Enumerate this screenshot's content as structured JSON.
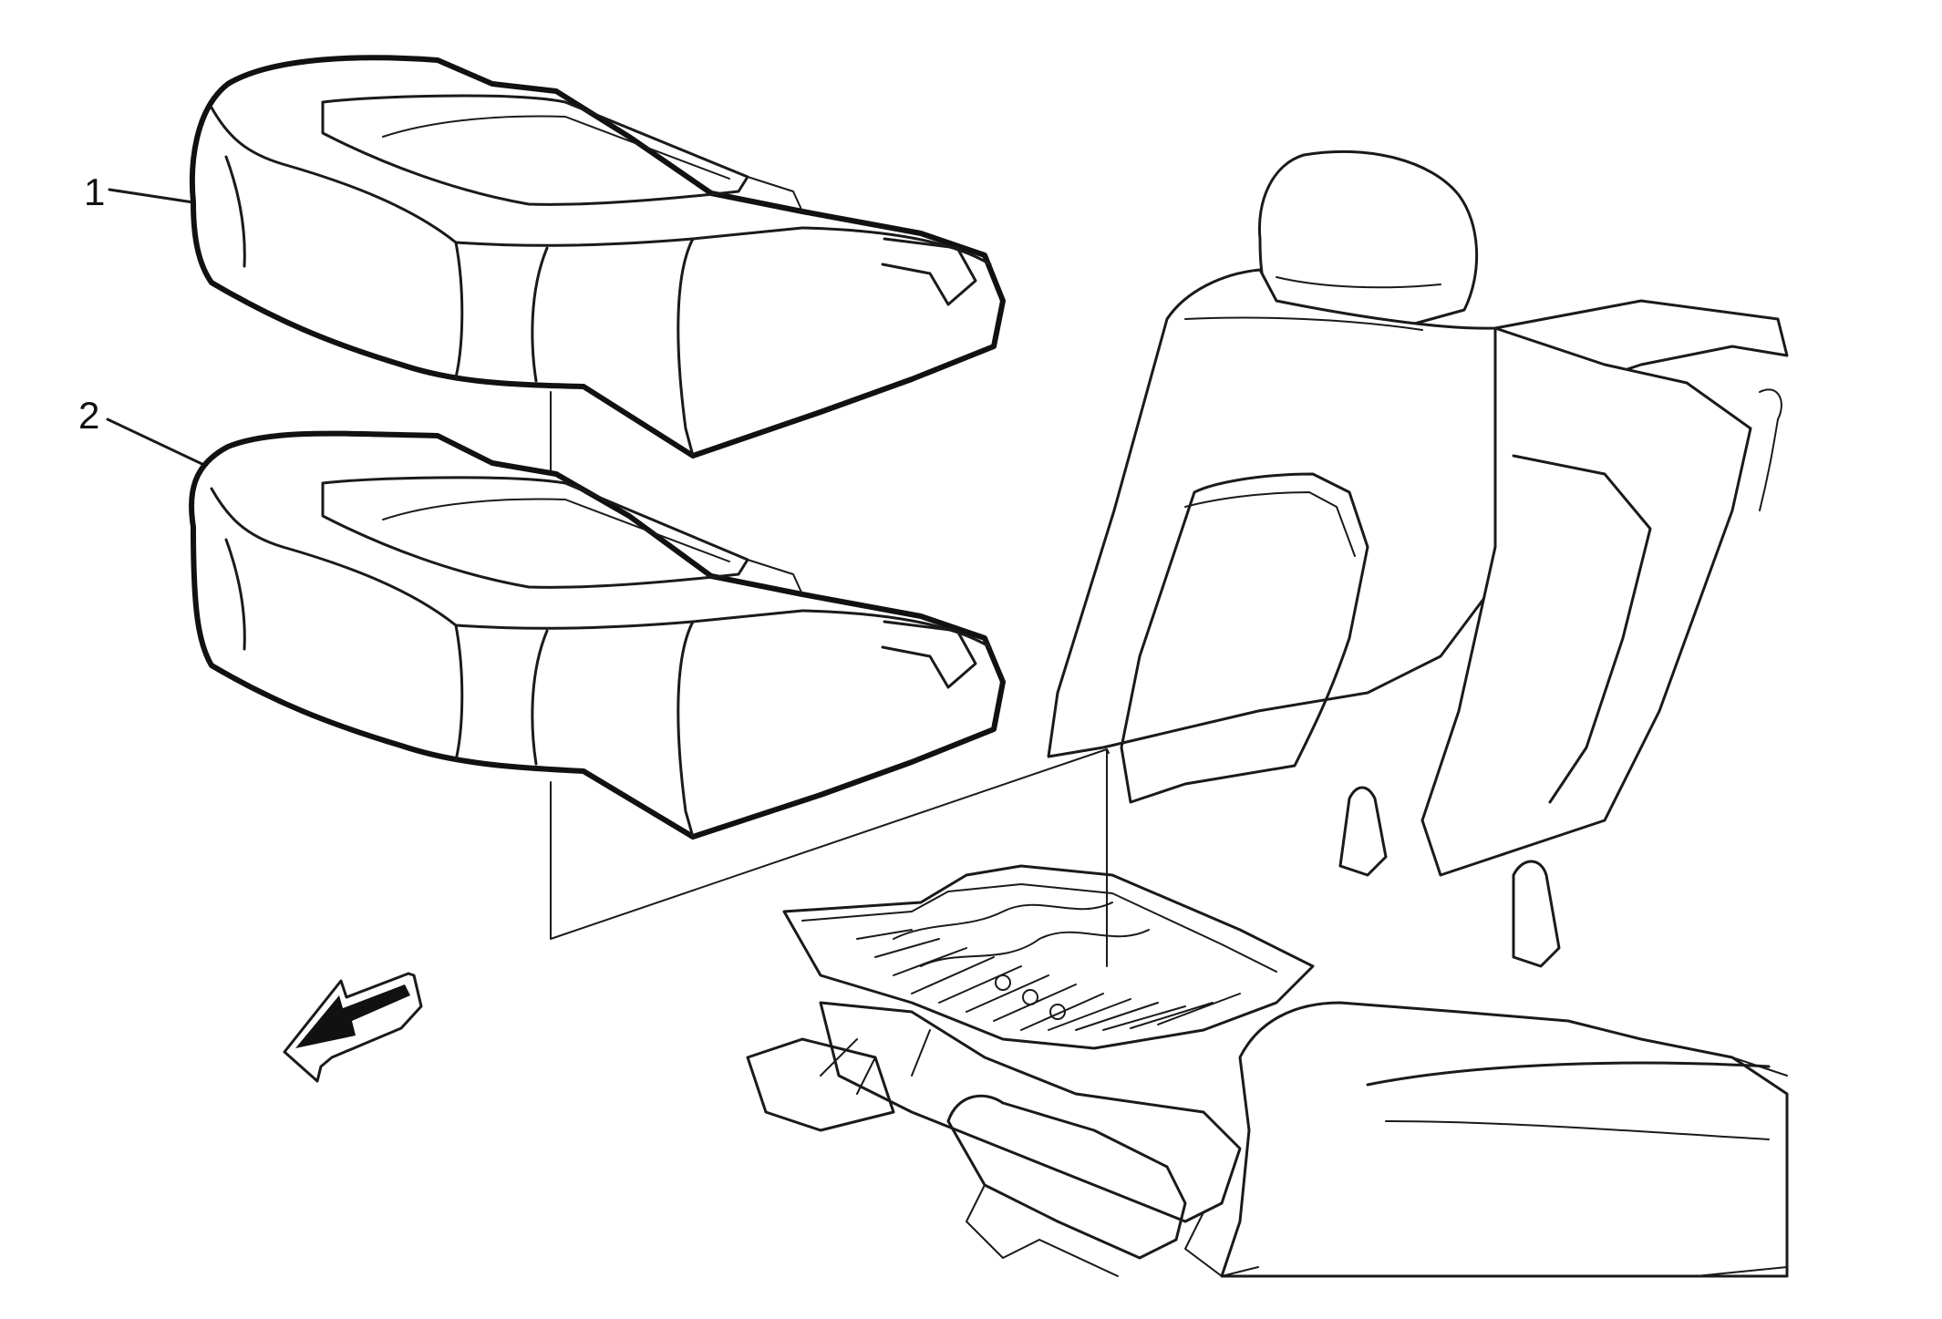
{
  "diagram": {
    "callouts": [
      {
        "id": "1",
        "label": "1"
      },
      {
        "id": "2",
        "label": "2"
      }
    ],
    "colors": {
      "line": "#1a1a1a",
      "background": "#ffffff"
    },
    "icons": [
      "forward-direction-arrow-icon"
    ]
  }
}
